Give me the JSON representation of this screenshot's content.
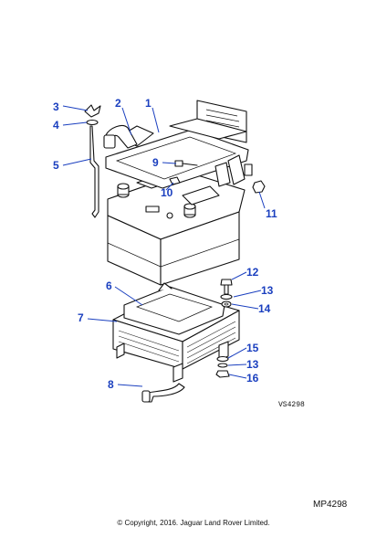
{
  "callouts": [
    {
      "id": "1",
      "label": "1"
    },
    {
      "id": "2",
      "label": "2"
    },
    {
      "id": "3",
      "label": "3"
    },
    {
      "id": "4",
      "label": "4"
    },
    {
      "id": "5",
      "label": "5"
    },
    {
      "id": "6",
      "label": "6"
    },
    {
      "id": "7",
      "label": "7"
    },
    {
      "id": "8",
      "label": "8"
    },
    {
      "id": "9",
      "label": "9"
    },
    {
      "id": "10",
      "label": "10"
    },
    {
      "id": "11",
      "label": "11"
    },
    {
      "id": "12",
      "label": "12"
    },
    {
      "id": "13a",
      "label": "13"
    },
    {
      "id": "14",
      "label": "14"
    },
    {
      "id": "15",
      "label": "15"
    },
    {
      "id": "13b",
      "label": "13"
    },
    {
      "id": "16",
      "label": "16"
    }
  ],
  "drawing_ref": "VS4298",
  "footer": {
    "code": "MP4298",
    "copyright": "© Copyright, 2016. Jaguar Land Rover Limited."
  },
  "colors": {
    "callout": "#1a3fbf",
    "line_art": "#111111",
    "background": "#ffffff"
  }
}
